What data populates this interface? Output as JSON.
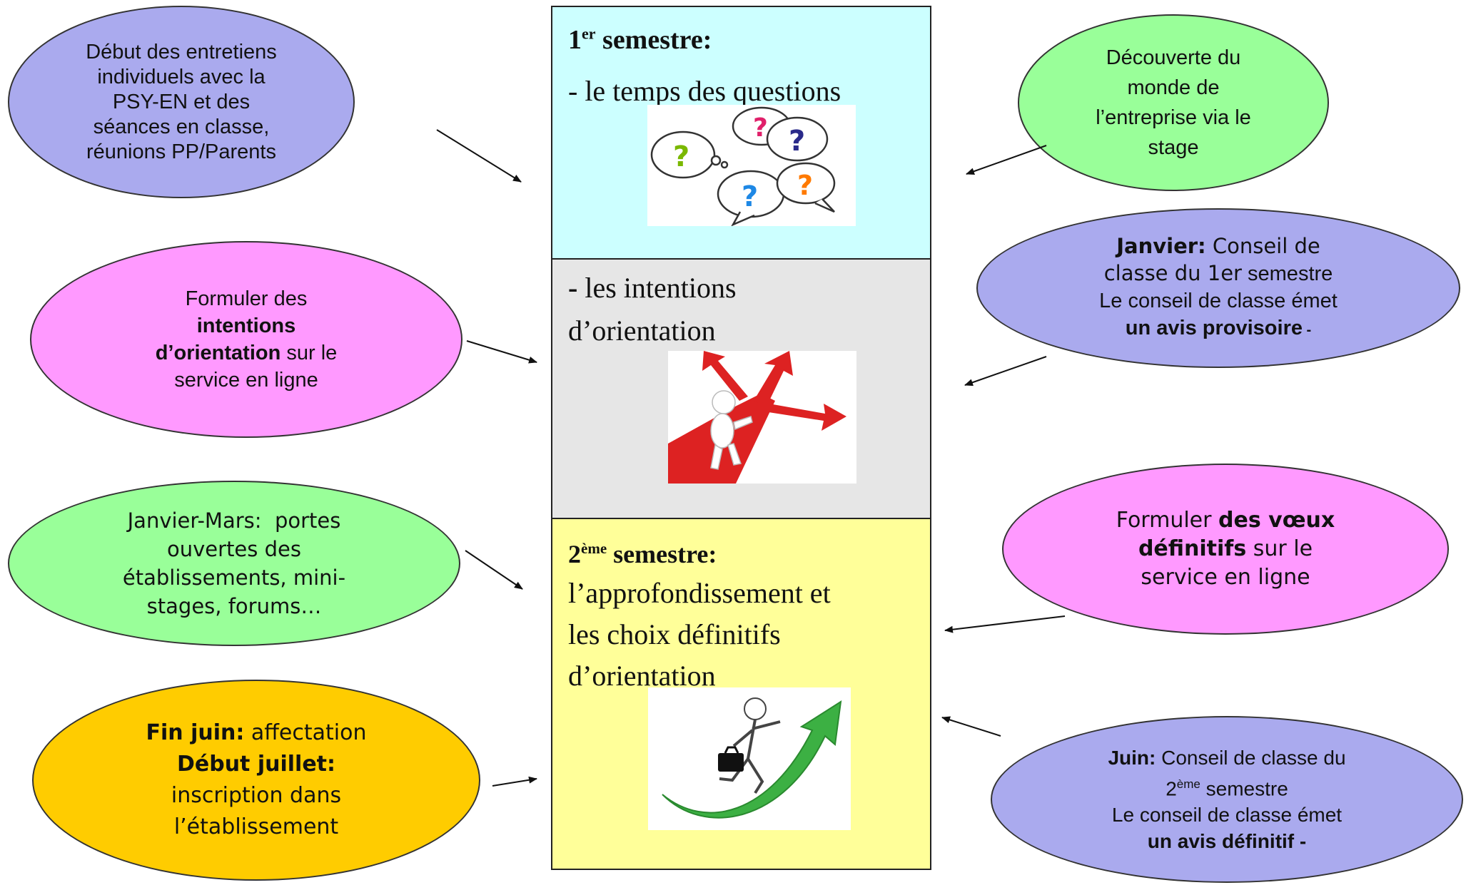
{
  "colors": {
    "lavender": "#aaaaee",
    "pink": "#ff99ff",
    "green": "#99ff99",
    "orange": "#ffcc00",
    "cyan": "#ccffff",
    "grey": "#e6e6e6",
    "yellow": "#ffff99",
    "arrow_red": "#dd2222",
    "arrow_green": "#3cb043"
  },
  "center": {
    "s1": {
      "num": "1",
      "sup": "er",
      "word": " semestre:",
      "line2": "- le temps des questions"
    },
    "mid": {
      "dash": "-",
      "line1": " les intentions",
      "line2": "d’orientation"
    },
    "s2": {
      "num": "2",
      "sup": "ème",
      "word": " semestre:",
      "line2": "l’approfondissement et",
      "line3": "les choix définitifs",
      "line4": "d’orientation"
    }
  },
  "ellipses": {
    "entretiens": {
      "lines": [
        "Début des entretiens",
        "individuels avec la",
        "PSY-EN et des",
        "séances en classe,",
        "réunions PP/Parents"
      ]
    },
    "intentions": {
      "line1": "Formuler des",
      "line2": "intentions",
      "line3_bold": "d’orientation",
      "line3_rest": " sur le",
      "line4": "service en ligne"
    },
    "portes": {
      "lines": [
        "Janvier-Mars:  portes",
        "ouvertes des",
        "établissements, mini-",
        "stages, forums…"
      ]
    },
    "affectation": {
      "l1_bold": "Fin juin:",
      "l1_rest": " affectation",
      "l2_bold": "Début juillet:",
      "l3": "inscription dans",
      "l4": "l’établissement"
    },
    "entreprise": {
      "lines": [
        "Découverte du",
        "monde de",
        "l’entreprise via le",
        "stage"
      ]
    },
    "janvier": {
      "l1_bold": "Janvier:",
      "l1_rest": " Conseil de",
      "l2a": "classe du 1er",
      "l2b": " semestre",
      "l3": "Le conseil de classe émet",
      "l4_bold": "un avis provisoire",
      "l4_rest": " -"
    },
    "voeux": {
      "l1": "Formuler ",
      "l1_bold": "des vœux",
      "l2_bold": "définitifs",
      "l2_rest": " sur le",
      "l3": "service en ligne"
    },
    "juin": {
      "l1_bold": "Juin:",
      "l1_rest": " Conseil de classe du",
      "l2_num": "2",
      "l2_sup": "ème",
      "l2_rest": " semestre",
      "l3": "Le conseil de classe émet",
      "l4_bold": "un avis définitif",
      "l4_rest": " -"
    }
  },
  "icons": {
    "questions": "speech-bubbles-question-icon",
    "crossroads": "crossroads-arrows-icon",
    "success": "rising-arrow-runner-icon"
  }
}
